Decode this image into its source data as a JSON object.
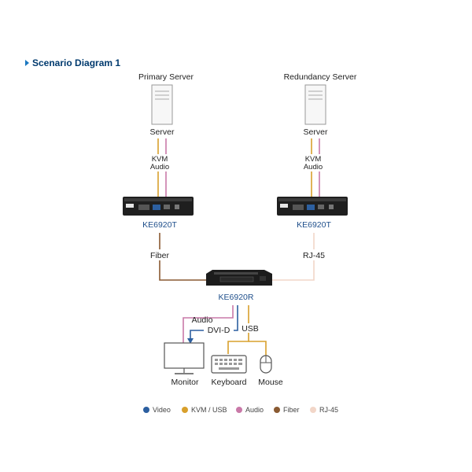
{
  "title": "Scenario Diagram 1",
  "primary_server": {
    "label": "Primary Server",
    "sublabel": "Server"
  },
  "redundancy_server": {
    "label": "Redundancy Server",
    "sublabel": "Server"
  },
  "cable_labels": {
    "left_kvm": "KVM",
    "left_audio": "Audio",
    "right_kvm": "KVM",
    "right_audio": "Audio",
    "fiber": "Fiber",
    "rj45": "RJ-45",
    "audio": "Audio",
    "dvid": "DVI-D",
    "usb": "USB"
  },
  "devices": {
    "left_transmitter": "KE6920T",
    "right_transmitter": "KE6920T",
    "receiver": "KE6920R",
    "monitor": "Monitor",
    "keyboard": "Keyboard",
    "mouse": "Mouse"
  },
  "legend": [
    {
      "label": "Video",
      "color": "#2c5fa0"
    },
    {
      "label": "KVM / USB",
      "color": "#d8a02c"
    },
    {
      "label": "Audio",
      "color": "#c979a8"
    },
    {
      "label": "Fiber",
      "color": "#8a5a32"
    },
    {
      "label": "RJ-45",
      "color": "#f2d6c8"
    }
  ],
  "colors": {
    "video": "#2c5fa0",
    "kvm_usb": "#d8a02c",
    "audio": "#c979a8",
    "fiber": "#8a5a32",
    "rj45": "#f2d6c8",
    "title_arrow": "#1b78c0"
  }
}
